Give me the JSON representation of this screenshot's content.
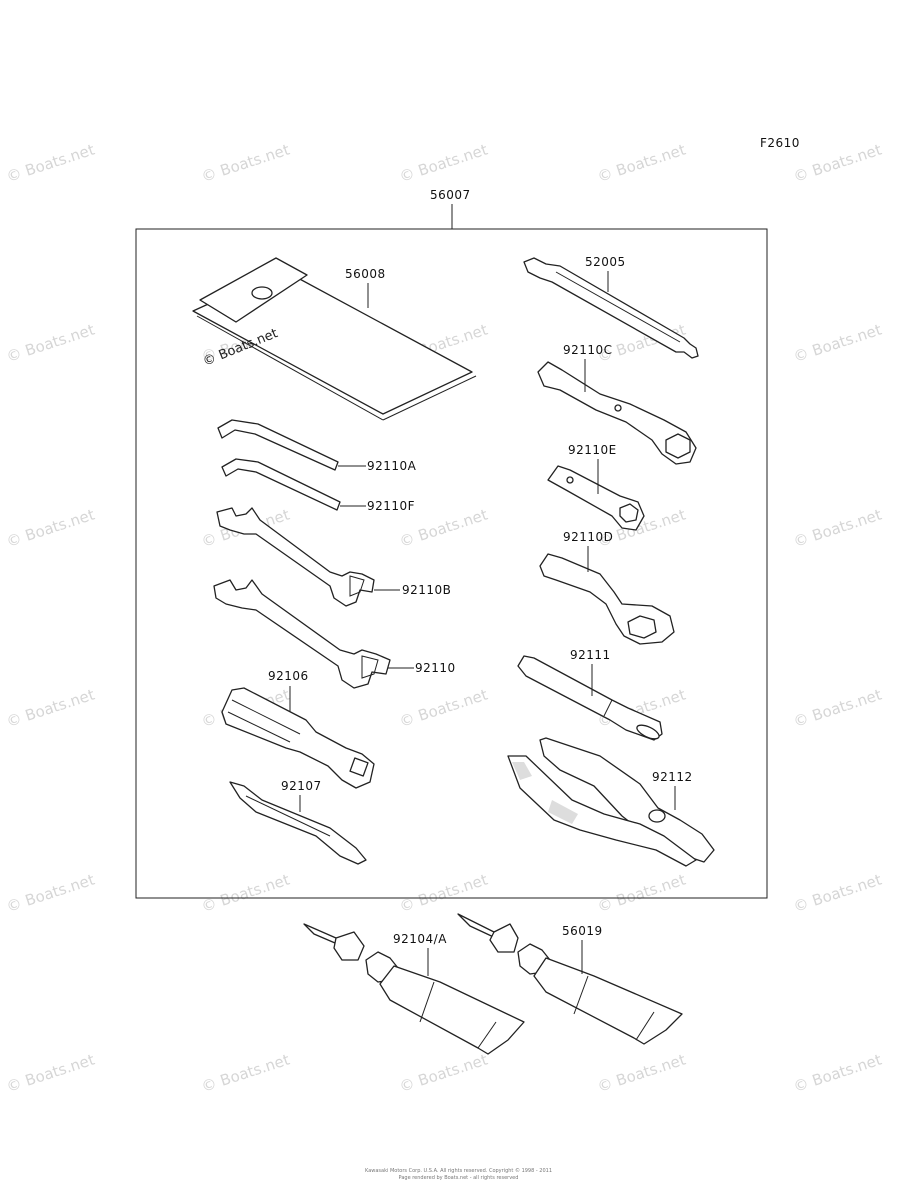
{
  "figure_code": "F2610",
  "assembly_part": "56007",
  "parts": {
    "pouch": "56008",
    "hex_key_large": "92110A",
    "hex_key_small": "92110F",
    "wrench_small": "92110B",
    "wrench_large": "92110",
    "screwdriver_handle": "92106",
    "screwdriver_bit": "92107",
    "extension_bar": "52005",
    "spark_plug_wrench": "92110C",
    "box_wrench_short": "92110E",
    "ring_spanner": "92110D",
    "tommy_bar": "92111",
    "pliers": "92112",
    "grease_tube": "92104/A",
    "sealant_tube": "56019"
  },
  "watermark": "© Boats.net",
  "footer": {
    "copyright": "Kawasaki Motors Corp. U.S.A. All rights reserved. Copyright © 1998 - 2011",
    "note": "Page rendered by Boats.net - all rights reserved"
  }
}
